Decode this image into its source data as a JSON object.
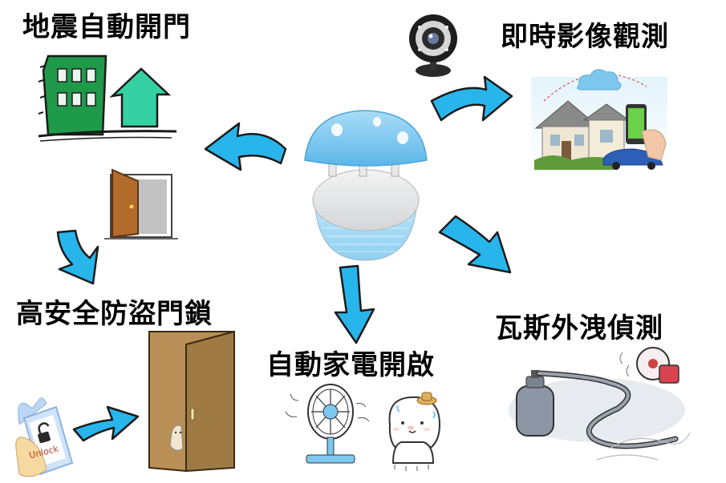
{
  "labels": {
    "earthquake_door": "地震自動開門",
    "live_video": "即時影像觀測",
    "secure_lock": "高安全防盜門鎖",
    "gas_leak": "瓦斯外洩偵測",
    "appliance": "自動家電開啟"
  },
  "phone_lock_text": "Unlock",
  "icons": {
    "center": "mushroom-device-icon",
    "earthquake": "earthquake-building-icon",
    "door": "open-door-icon",
    "webcam": "webcam-icon",
    "house": "smart-house-icon",
    "lock": "phone-unlock-icon",
    "tall_door": "tall-door-icon",
    "fan": "fan-icon",
    "bear": "hot-bear-icon",
    "gas": "gas-cylinder-icon"
  },
  "colors": {
    "arrow": "#27b5ec",
    "arrow_outline": "#1a1a1a",
    "device_cap": "#6fc3ee",
    "device_base": "#a8dcf6",
    "building": "#1f9a4a",
    "door": "#a66a32"
  }
}
